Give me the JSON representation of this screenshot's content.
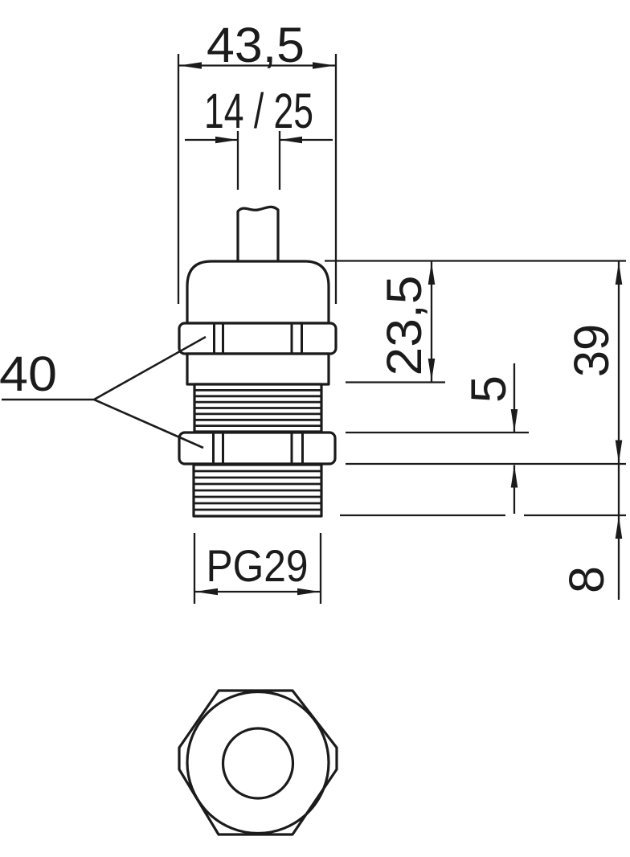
{
  "title": "PG29 cable gland technical drawing",
  "colors": {
    "background": "#ffffff",
    "line": "#1b1b1b"
  },
  "dimensions": {
    "overall_width": "43,5",
    "clamping_range": "14 / 25",
    "cap_height": "23,5",
    "total_height": "39",
    "locknut_height": "5",
    "thread_length": "8",
    "spanner_size": "40",
    "thread_size": "PG29"
  }
}
